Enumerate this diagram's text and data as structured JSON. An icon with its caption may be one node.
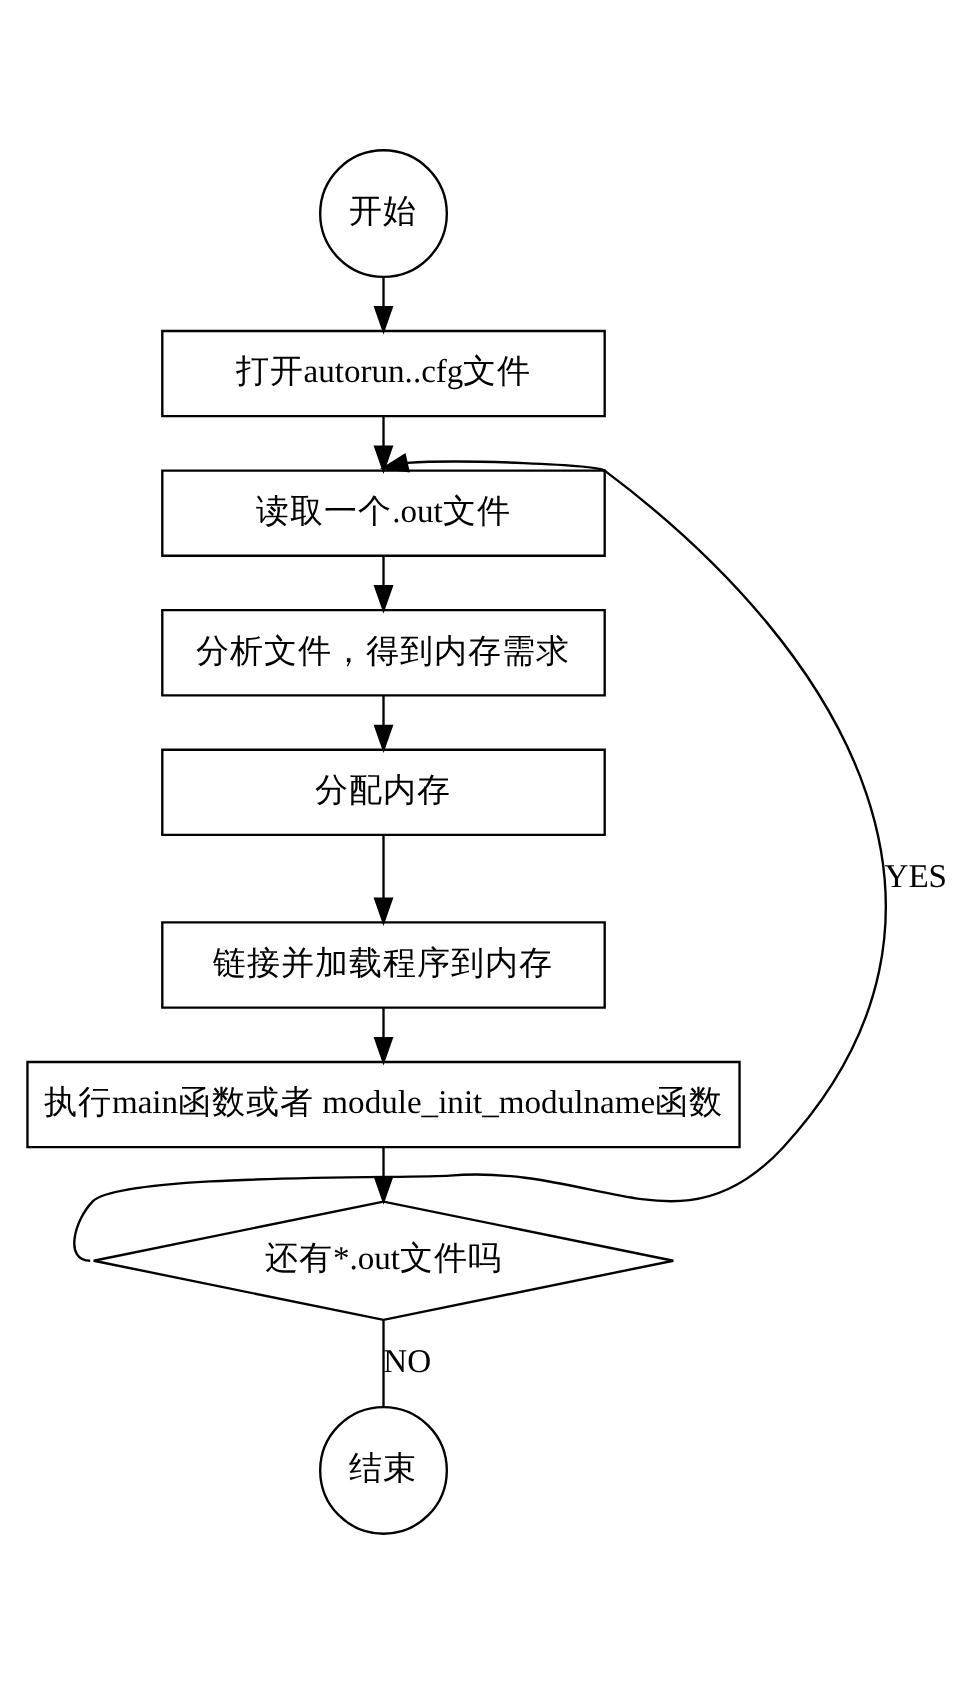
{
  "diagram": {
    "nodes": [
      {
        "text": [
          "开始"
        ]
      },
      {
        "text": [
          "打开autorun..cfg文件"
        ]
      },
      {
        "text": [
          "读取一个.out文件"
        ]
      },
      {
        "text": [
          "分析文件，得到内存需求"
        ]
      },
      {
        "text": [
          "分配内存"
        ]
      },
      {
        "text": [
          "链接并加载程序到内存"
        ]
      },
      {
        "text": [
          "执行main函数或者 module_init_modulname函数"
        ]
      },
      {
        "text": [
          "还有*.out文件吗"
        ]
      },
      {
        "text": [
          "结束"
        ]
      }
    ],
    "edges": [
      {
        "from": 0,
        "to": 1,
        "arrow": "to"
      },
      {
        "from": 1,
        "to": 2,
        "arrow": "to"
      },
      {
        "from": 2,
        "to": 3,
        "arrow": "to"
      },
      {
        "from": 3,
        "to": 4,
        "arrow": "to"
      },
      {
        "from": 4,
        "to": 5,
        "arrow": "to"
      },
      {
        "from": 5,
        "to": 6,
        "arrow": "to"
      },
      {
        "from": 6,
        "to": 7,
        "arrow": "to"
      },
      {
        "from": 7,
        "to": 2,
        "label": "YES",
        "arrow": "to"
      },
      {
        "from": 7,
        "to": 8,
        "label": "NO",
        "arrow": "none"
      }
    ]
  }
}
